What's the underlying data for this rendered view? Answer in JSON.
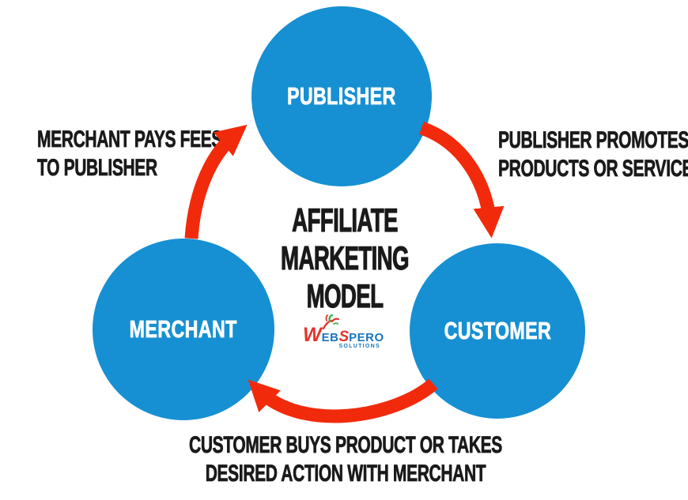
{
  "diagram": {
    "title_line1": "AFFILIATE",
    "title_line2": "MARKETING",
    "title_line3": "MODEL"
  },
  "nodes": {
    "publisher": {
      "label": "PUBLISHER"
    },
    "merchant": {
      "label": "MERCHANT"
    },
    "customer": {
      "label": "CUSTOMER"
    }
  },
  "annotations": {
    "merchant_to_publisher": {
      "line1": "MERCHANT PAYS FEES",
      "line2": "TO PUBLISHER"
    },
    "publisher_to_customer": {
      "line1": "PUBLISHER PROMOTES",
      "line2": "PRODUCTS OR SERVICES"
    },
    "customer_to_merchant": {
      "line1": "CUSTOMER BUYS PRODUCT OR TAKES",
      "line2": "DESIRED ACTION WITH MERCHANT"
    }
  },
  "logo": {
    "word_part1": "W",
    "word_part2": "EB",
    "word_part3": "S",
    "word_part4": "PERO",
    "tagline": "SOLUTIONS"
  },
  "colors": {
    "background": "#ffffff",
    "node_blue": "#1690d2",
    "node_text": "#ffffff",
    "arrow_red": "#f22a0c",
    "text_black": "#1a1a1a",
    "logo_red": "#e2342c",
    "logo_blue": "#1b75bc",
    "logo_green": "#3fae49"
  }
}
